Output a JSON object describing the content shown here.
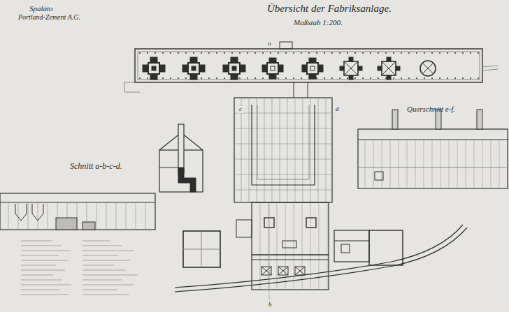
{
  "diagram": {
    "title": "Übersicht der Fabriksanlage.",
    "labels": [
      "Spalato",
      "Portland-Zement A.G.",
      "Maßstab 1:200.",
      "Schnitt a-b-c-d.",
      "Querschnitt e-f.",
      "a",
      "c",
      "d",
      "b"
    ]
  }
}
